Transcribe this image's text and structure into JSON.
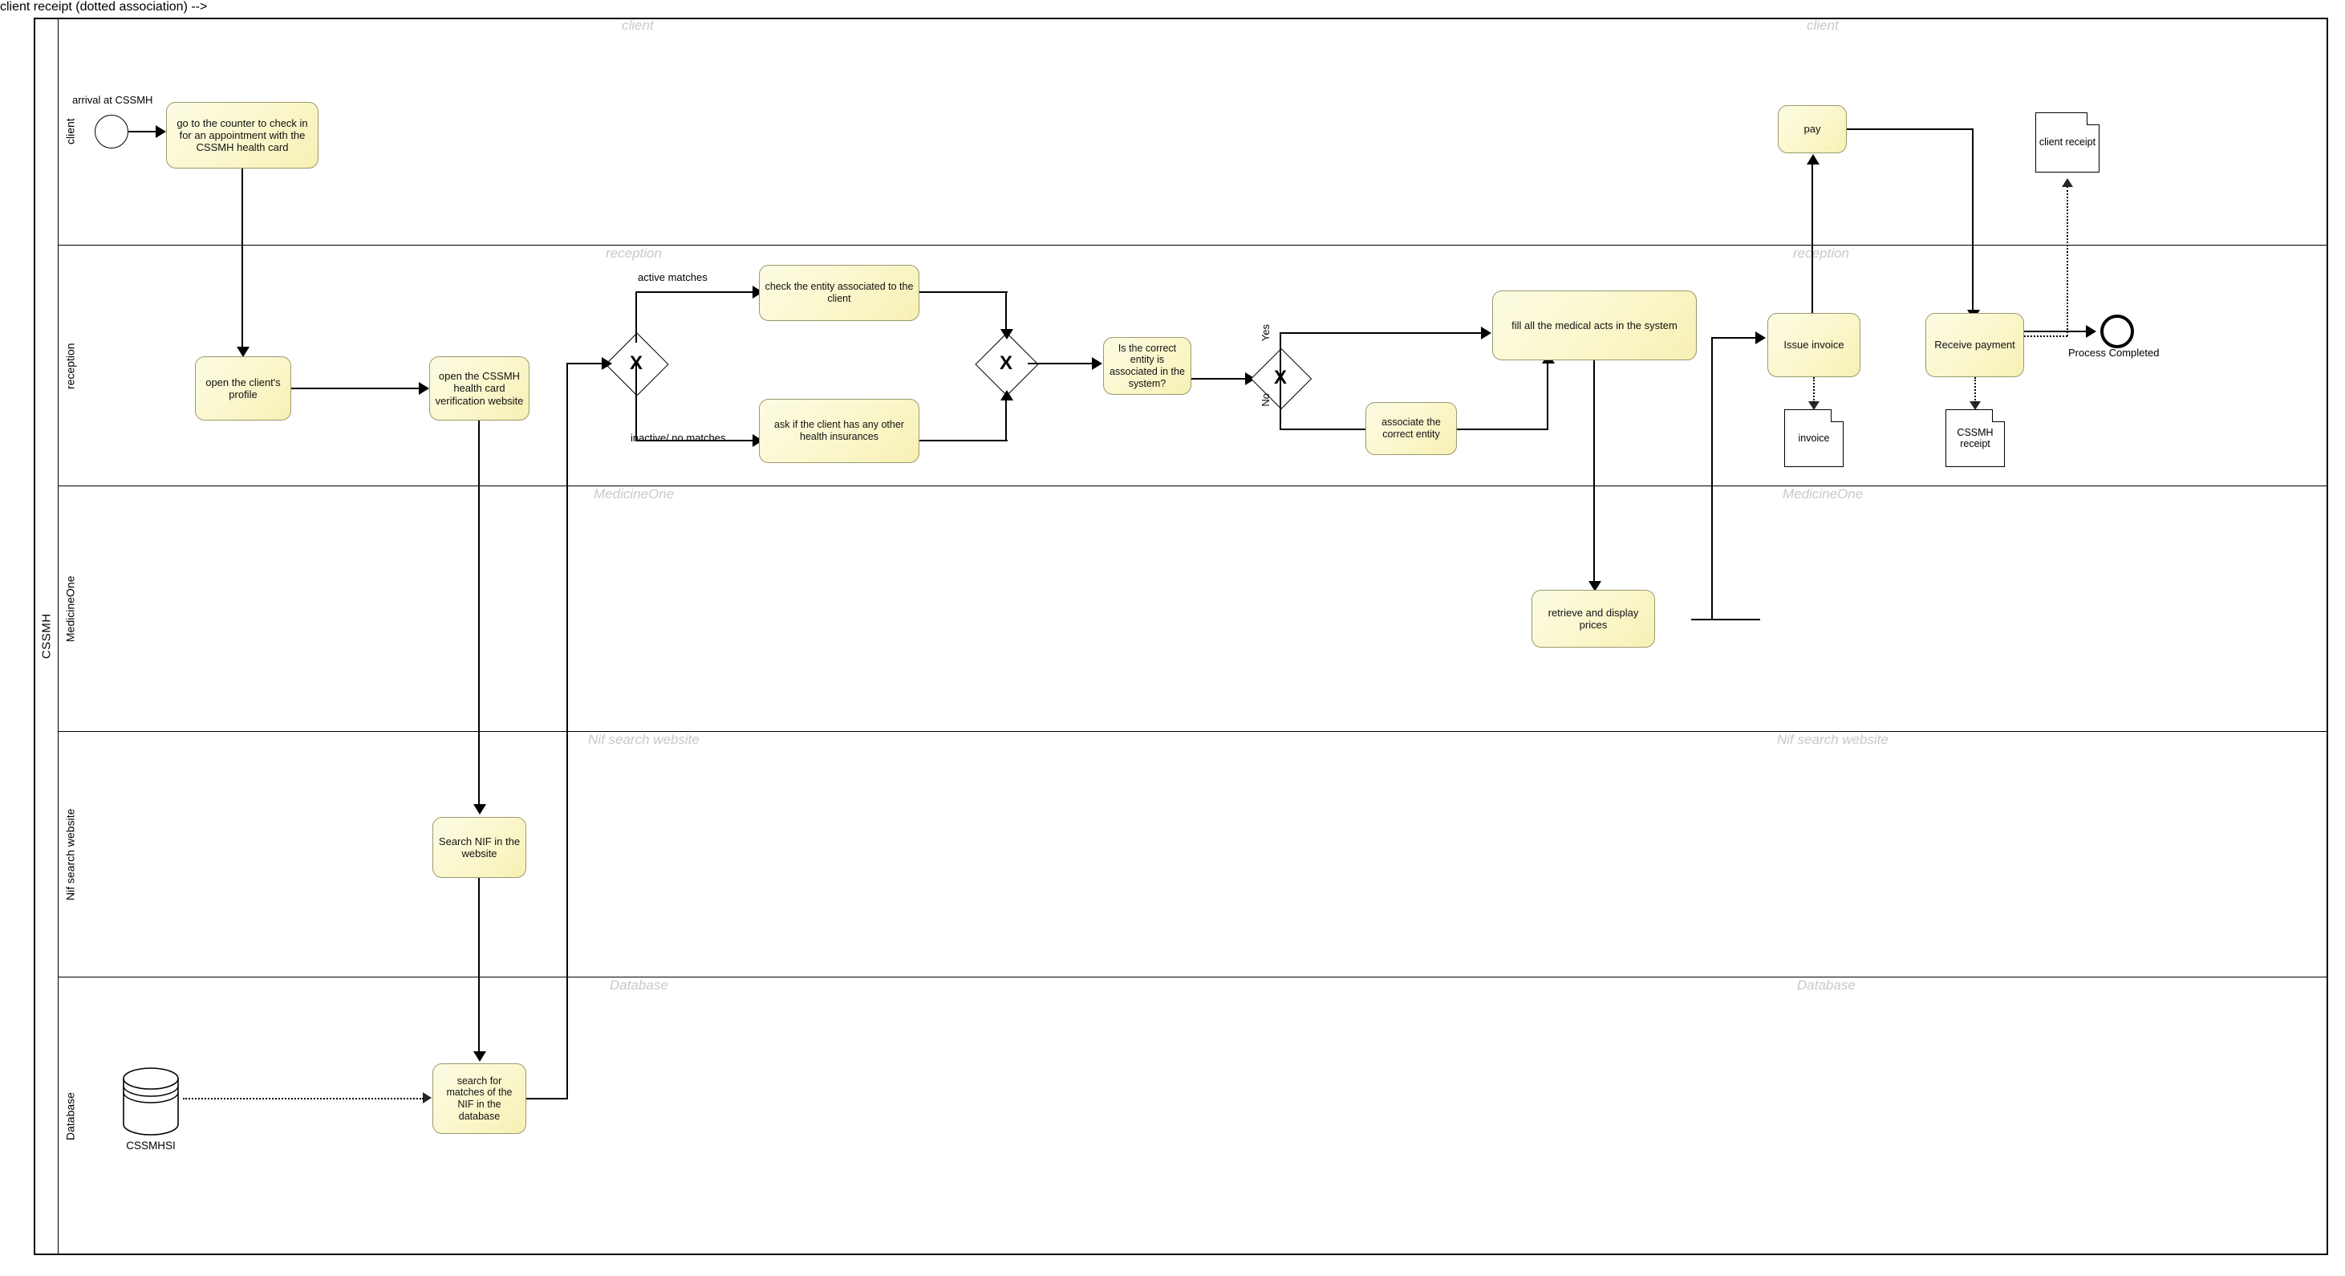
{
  "diagram": {
    "type": "BPMN collaboration diagram",
    "pool": {
      "name": "CSSMH"
    },
    "lanes": [
      {
        "id": "client",
        "label": "client",
        "watermark": "client"
      },
      {
        "id": "reception",
        "label": "reception",
        "watermark": "reception"
      },
      {
        "id": "medicineone",
        "label": "MedicineOne",
        "watermark": "MedicineOne"
      },
      {
        "id": "nif",
        "label": "Nif search website",
        "watermark": "Nif search website"
      },
      {
        "id": "database",
        "label": "Database",
        "watermark": "Database"
      }
    ],
    "events": [
      {
        "id": "start",
        "kind": "start-event",
        "label": "arrival at CSSMH"
      },
      {
        "id": "end",
        "kind": "end-event",
        "label": "Process Completed"
      }
    ],
    "tasks": [
      {
        "id": "t-checkin",
        "label": "go to the counter to check in for an appointment with the CSSMH health card",
        "lane": "client"
      },
      {
        "id": "t-pay",
        "label": "pay",
        "lane": "client"
      },
      {
        "id": "t-profile",
        "label": "open the client's profile",
        "lane": "reception"
      },
      {
        "id": "t-verifysite",
        "label": "open the CSSMH health card verification website",
        "lane": "reception"
      },
      {
        "id": "t-entity",
        "label": "check the entity associated to the client",
        "lane": "reception"
      },
      {
        "id": "t-insurance",
        "label": "ask if the client has any other health insurances",
        "lane": "reception"
      },
      {
        "id": "t-question",
        "label": "Is the correct entity is associated in the system?",
        "lane": "reception"
      },
      {
        "id": "t-associate",
        "label": "associate the correct entity",
        "lane": "reception"
      },
      {
        "id": "t-fillacts",
        "label": "fill all the medical acts in the system",
        "lane": "reception"
      },
      {
        "id": "t-invoice",
        "label": "Issue invoice",
        "lane": "reception"
      },
      {
        "id": "t-receive",
        "label": "Receive payment",
        "lane": "reception"
      },
      {
        "id": "t-prices",
        "label": "retrieve and display prices",
        "lane": "medicineone"
      },
      {
        "id": "t-searchnif",
        "label": "Search NIF in the website",
        "lane": "nif"
      },
      {
        "id": "t-searchdb",
        "label": "search for matches of the NIF in the database",
        "lane": "database"
      }
    ],
    "gateways": [
      {
        "id": "gw-split",
        "kind": "exclusive-gateway",
        "symbol": "X"
      },
      {
        "id": "gw-join",
        "kind": "exclusive-gateway",
        "symbol": "X"
      },
      {
        "id": "gw-yesno",
        "kind": "exclusive-gateway",
        "symbol": "X"
      }
    ],
    "flow_labels": [
      {
        "id": "lbl-active",
        "text": "active matches"
      },
      {
        "id": "lbl-inactive",
        "text": "inactive/ no matches"
      },
      {
        "id": "lbl-yes",
        "text": "Yes"
      },
      {
        "id": "lbl-no",
        "text": "No"
      }
    ],
    "data_objects": [
      {
        "id": "do-clientreceipt",
        "label": "client receipt",
        "lane": "client"
      },
      {
        "id": "do-invoice",
        "label": "invoice",
        "lane": "reception"
      },
      {
        "id": "do-cssmhreceipt",
        "label": "CSSMH receipt",
        "lane": "reception"
      }
    ],
    "data_stores": [
      {
        "id": "ds-cssmhsi",
        "label": "CSSMHSI",
        "lane": "database"
      }
    ],
    "colors": {
      "task_fill_light": "#fcfbe2",
      "task_fill_dark": "#f7f0b4",
      "task_stroke": "#9a9a6e",
      "line": "#000000",
      "watermark": "#c9c9c9",
      "background": "#ffffff"
    }
  }
}
